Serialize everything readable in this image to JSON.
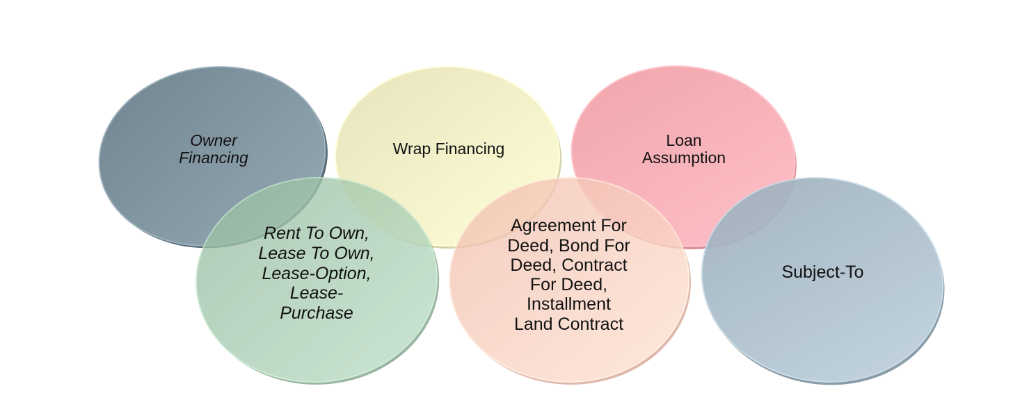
{
  "diagram": {
    "discs": [
      {
        "id": "owner-financing",
        "label": "Owner\nFinancing",
        "italic": true,
        "color": "#7f939e"
      },
      {
        "id": "wrap-financing",
        "label": "Wrap Financing",
        "italic": false,
        "color": "#efeab8"
      },
      {
        "id": "loan-assumption",
        "label": "Loan\nAssumption",
        "italic": false,
        "color": "#fb9aa3"
      },
      {
        "id": "rent-to-own",
        "label": "Rent To Own,\nLease To Own,\nLease-Option,\nLease-\nPurchase",
        "italic": true,
        "color": "#a6c9af"
      },
      {
        "id": "agreement-for-deed",
        "label": "Agreement For\nDeed, Bond For\nDeed, Contract\nFor Deed,\nInstallment\nLand Contract",
        "italic": false,
        "color": "#ffcdbd"
      },
      {
        "id": "subject-to",
        "label": "Subject-To",
        "italic": false,
        "color": "#a9bcc8"
      }
    ]
  }
}
